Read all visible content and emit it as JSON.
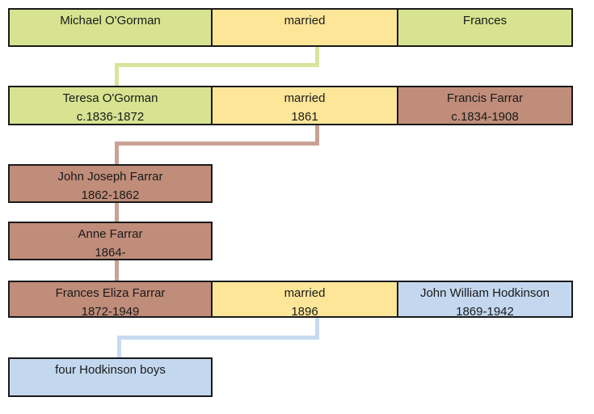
{
  "diagram": {
    "type": "family-tree"
  },
  "colors": {
    "background": "#ffffff",
    "border": "#1a1a1a",
    "text": "#1a1a1a",
    "green_fill": "#d7e390",
    "yellow_fill": "#fee699",
    "rose_fill": "#c08d7a",
    "blue_fill": "#c3d8ef",
    "green_line": "#d9e49c",
    "rose_line": "#c9a294",
    "blue_line": "#c6dbf2"
  },
  "nodes": [
    {
      "id": "michael-ogorman",
      "line1": "Michael O'Gorman",
      "line2": ""
    },
    {
      "id": "married-1",
      "line1": "married",
      "line2": ""
    },
    {
      "id": "frances",
      "line1": "Frances",
      "line2": ""
    },
    {
      "id": "teresa-ogorman",
      "line1": "Teresa O'Gorman",
      "line2": "c.1836-1872"
    },
    {
      "id": "married-2",
      "line1": "married",
      "line2": "1861"
    },
    {
      "id": "francis-farrar",
      "line1": "Francis Farrar",
      "line2": "c.1834-1908"
    },
    {
      "id": "john-joseph-farrar",
      "line1": "John Joseph Farrar",
      "line2": "1862-1862"
    },
    {
      "id": "anne-farrar",
      "line1": "Anne Farrar",
      "line2": "1864-"
    },
    {
      "id": "frances-eliza-farrar",
      "line1": "Frances Eliza Farrar",
      "line2": "1872-1949"
    },
    {
      "id": "married-3",
      "line1": "married",
      "line2": "1896"
    },
    {
      "id": "john-william-hodkinson",
      "line1": "John William Hodkinson",
      "line2": "1869-1942"
    },
    {
      "id": "four-hodkinson-boys",
      "line1": "four Hodkinson boys",
      "line2": ""
    }
  ]
}
